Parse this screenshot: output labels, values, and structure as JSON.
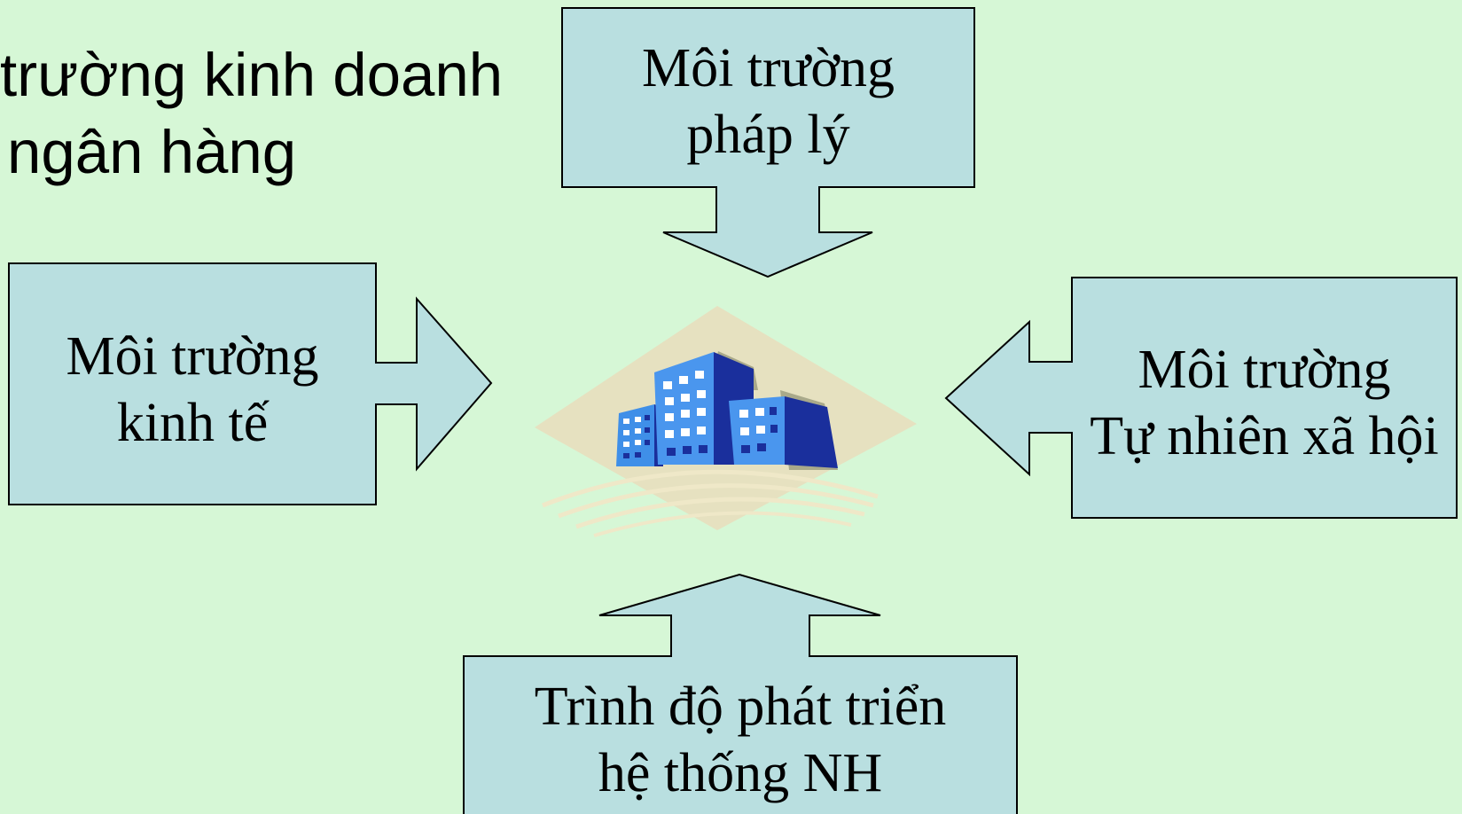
{
  "title": {
    "line1": "trường kinh doanh",
    "line2": "ngân hàng"
  },
  "boxes": {
    "top": {
      "line1": "Môi trường",
      "line2": "pháp lý"
    },
    "left": {
      "line1": "Môi trường",
      "line2": "kinh tế"
    },
    "right": {
      "line1": "Môi trường",
      "line2": "Tự nhiên xã hội"
    },
    "bottom": {
      "line1": "Trình độ phát triển",
      "line2": "hệ thống NH"
    }
  },
  "center_icon": "bank-buildings-icon",
  "colors": {
    "background": "#d6f7d6",
    "box_fill": "#b9dfe0",
    "stroke": "#000000",
    "building_blue": "#3f8fe8",
    "building_dark": "#1a2f9c"
  }
}
